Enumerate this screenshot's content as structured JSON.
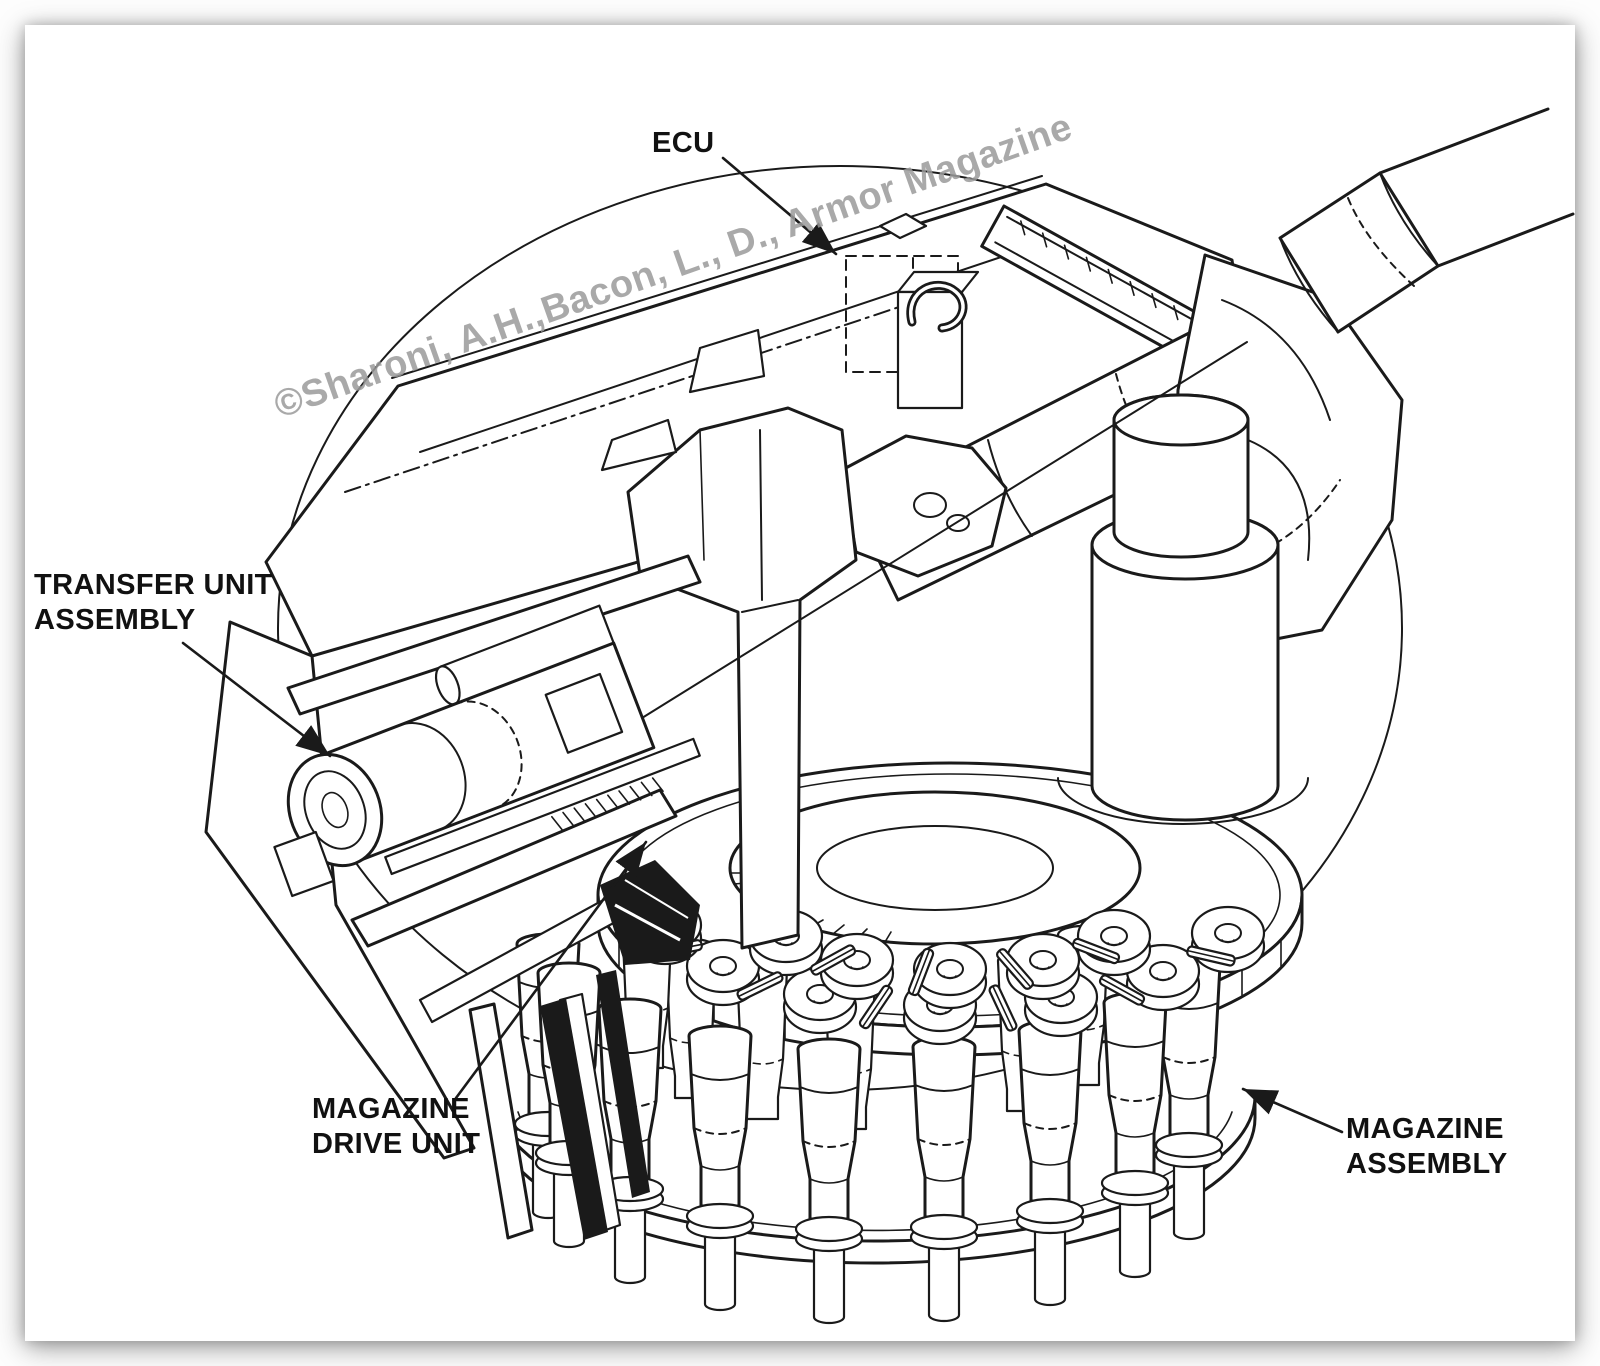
{
  "figure": {
    "watermark": "©Sharoni, A.H.,Bacon, L., D., Armor Magazine",
    "callouts": {
      "ecu": {
        "label": "ECU"
      },
      "transfer_unit": {
        "line1": "TRANSFER UNIT",
        "line2": "ASSEMBLY"
      },
      "magazine_drive": {
        "line1": "MAGAZINE",
        "line2": "DRIVE UNIT"
      },
      "magazine_assembly": {
        "line1": "MAGAZINE",
        "line2": "ASSEMBLY"
      }
    },
    "colors": {
      "ink": "#1a1a1a",
      "watermark": "#9b9b9b",
      "paper": "#ffffff"
    }
  }
}
